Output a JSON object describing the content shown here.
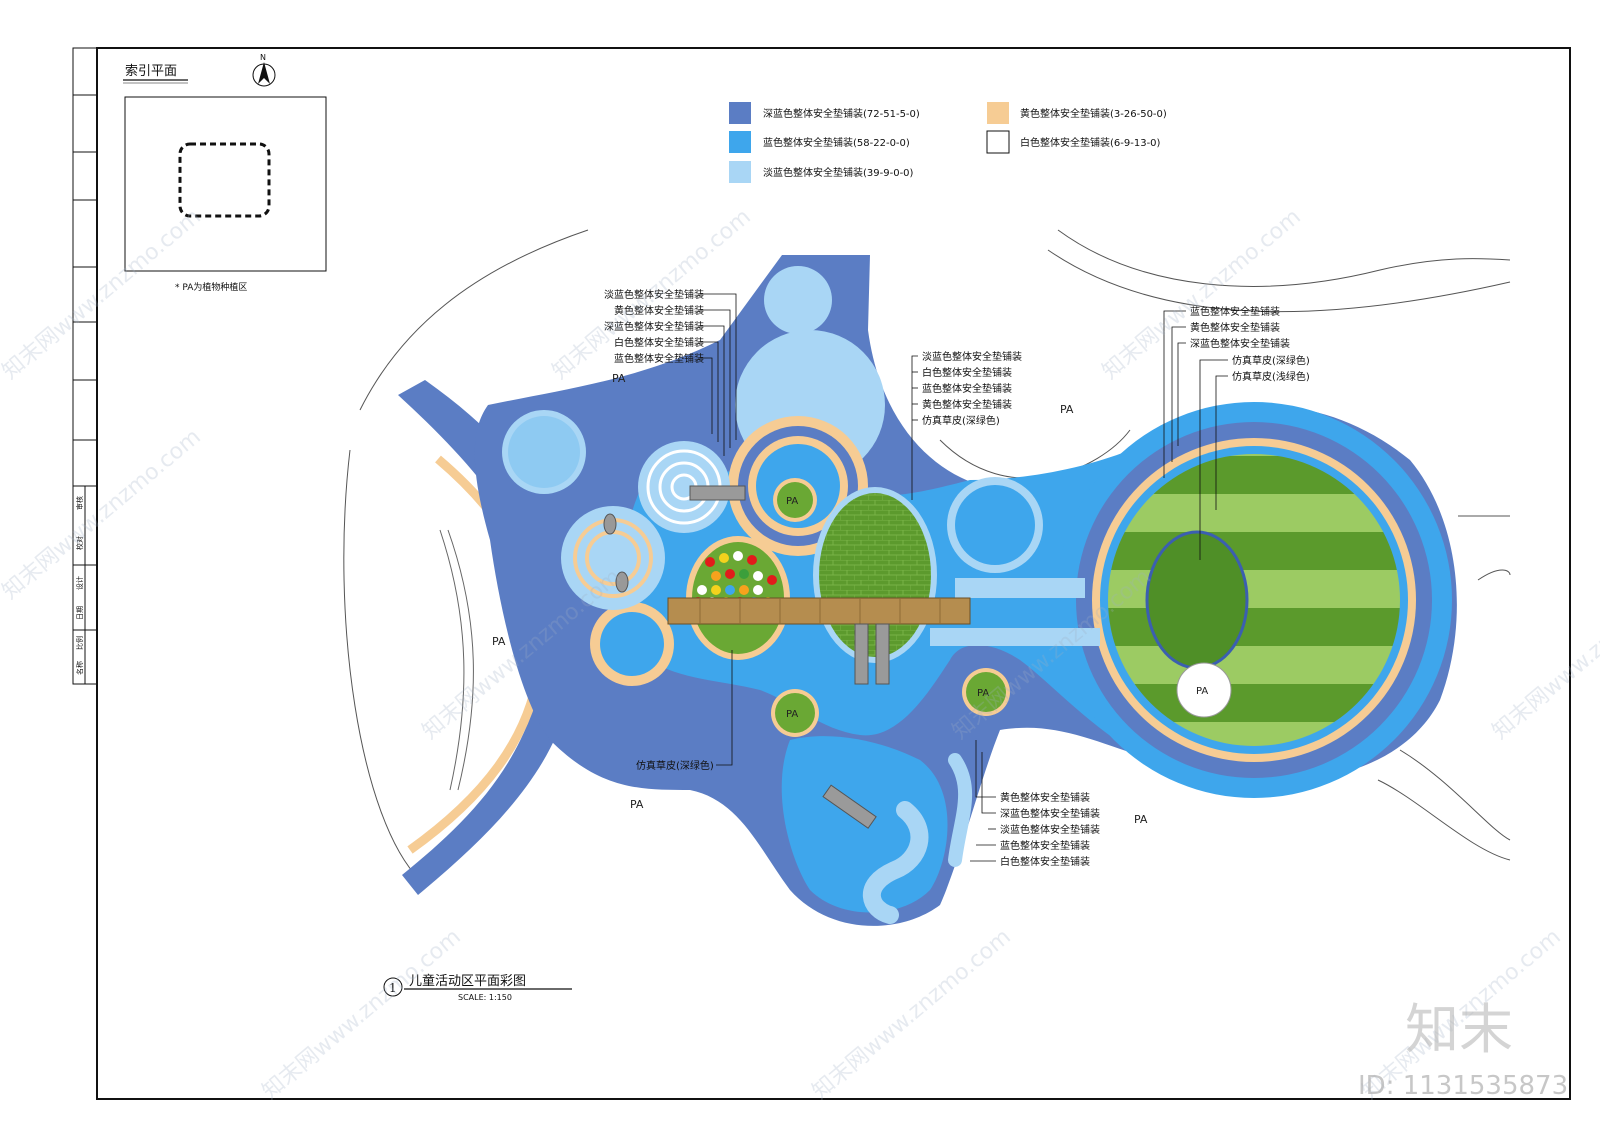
{
  "index_plan": {
    "title": "索引平面",
    "north_label": "N",
    "note": "* PA为植物种植区"
  },
  "title_block": {
    "rows": [
      "名称",
      "比例",
      "日期",
      "设计",
      "校对",
      "审核"
    ]
  },
  "legend": {
    "items": [
      {
        "label": "深蓝色整体安全垫铺装(72-51-5-0)",
        "color": "#5b7dc4"
      },
      {
        "label": "蓝色整体安全垫铺装(58-22-0-0)",
        "color": "#3ea6ec"
      },
      {
        "label": "淡蓝色整体安全垫铺装(39-9-0-0)",
        "color": "#a9d6f5"
      },
      {
        "label": "黄色整体安全垫铺装(3-26-50-0)",
        "color": "#f6cc94"
      },
      {
        "label": "白色整体安全垫铺装(6-9-13-0)",
        "color": "#ffffff"
      }
    ]
  },
  "callouts": {
    "group_left": [
      "淡蓝色整体安全垫铺装",
      "黄色整体安全垫铺装",
      "深蓝色整体安全垫铺装",
      "白色整体安全垫铺装",
      "蓝色整体安全垫铺装"
    ],
    "group_center": [
      "淡蓝色整体安全垫铺装",
      "白色整体安全垫铺装",
      "蓝色整体安全垫铺装",
      "黄色整体安全垫铺装",
      "仿真草皮(深绿色)"
    ],
    "group_right": [
      "蓝色整体安全垫铺装",
      "黄色整体安全垫铺装",
      "深蓝色整体安全垫铺装",
      "仿真草皮(深绿色)",
      "仿真草皮(浅绿色)"
    ],
    "group_bottom": [
      "黄色整体安全垫铺装",
      "深蓝色整体安全垫铺装",
      "淡蓝色整体安全垫铺装",
      "蓝色整体安全垫铺装",
      "白色整体安全垫铺装"
    ],
    "grass_bottom": "仿真草皮(深绿色)"
  },
  "zones": {
    "pa": "PA"
  },
  "drawing_title": {
    "number": "1",
    "name": "儿童活动区平面彩图",
    "scale": "SCALE:  1:150"
  },
  "watermark": {
    "text": "知末网www.znzmo.com",
    "logo": "知末",
    "id": "ID: 1131535873"
  }
}
